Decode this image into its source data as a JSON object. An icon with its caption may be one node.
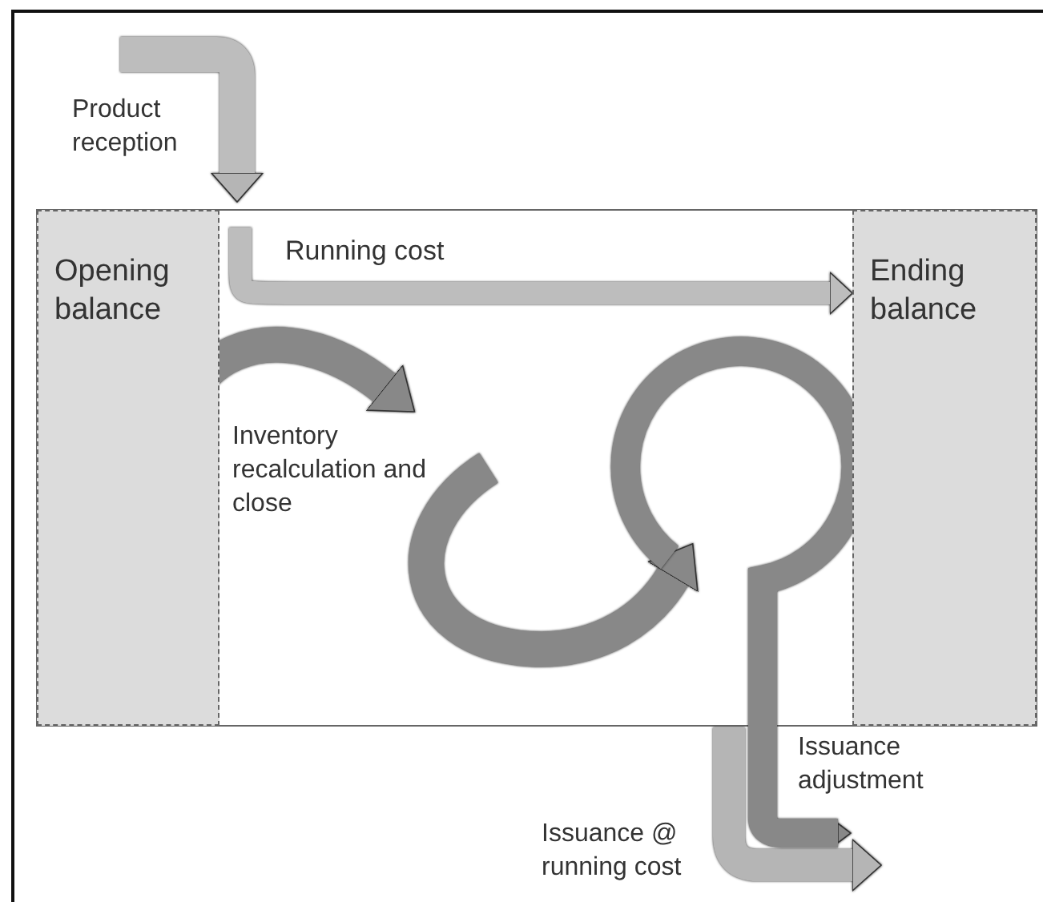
{
  "diagram": {
    "nodes": [
      {
        "text": [
          "Opening balance"
        ]
      },
      {
        "text": [
          "Ending balance"
        ]
      }
    ],
    "edges": [
      {
        "from": null,
        "to": 1,
        "arrow": "to",
        "label": "Running cost"
      }
    ],
    "labels": [
      "Product reception",
      "Inventory recalculation and close",
      "Issuance adjustment",
      "Issuance @ running cost"
    ]
  }
}
